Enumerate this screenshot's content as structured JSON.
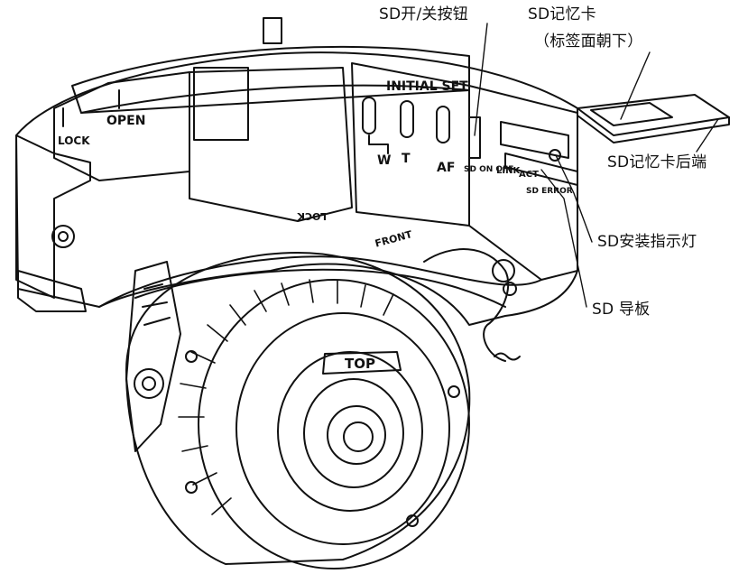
{
  "callouts": {
    "sd_switch": "SD开/关按钮",
    "sd_card": "SD记忆卡",
    "sd_card_note": "（标签面朝下）",
    "sd_card_rear": "SD记忆卡后端",
    "sd_indicator": "SD安装指示灯",
    "sd_guide": "SD 导板"
  },
  "device_labels": {
    "lock": "LOCK",
    "open": "OPEN",
    "initial_set": "INITIAL SET",
    "w": "W",
    "t": "T",
    "af": "AF",
    "top": "TOP",
    "sd_on_off": "SD ON OFF",
    "link": "LINK",
    "act": "ACT",
    "sd_error": "SD ERROR",
    "lock_arrow": "LOCK",
    "front": "FRONT"
  },
  "colors": {
    "line": "#111111",
    "background": "#ffffff",
    "shade": "#cfcfcf"
  }
}
